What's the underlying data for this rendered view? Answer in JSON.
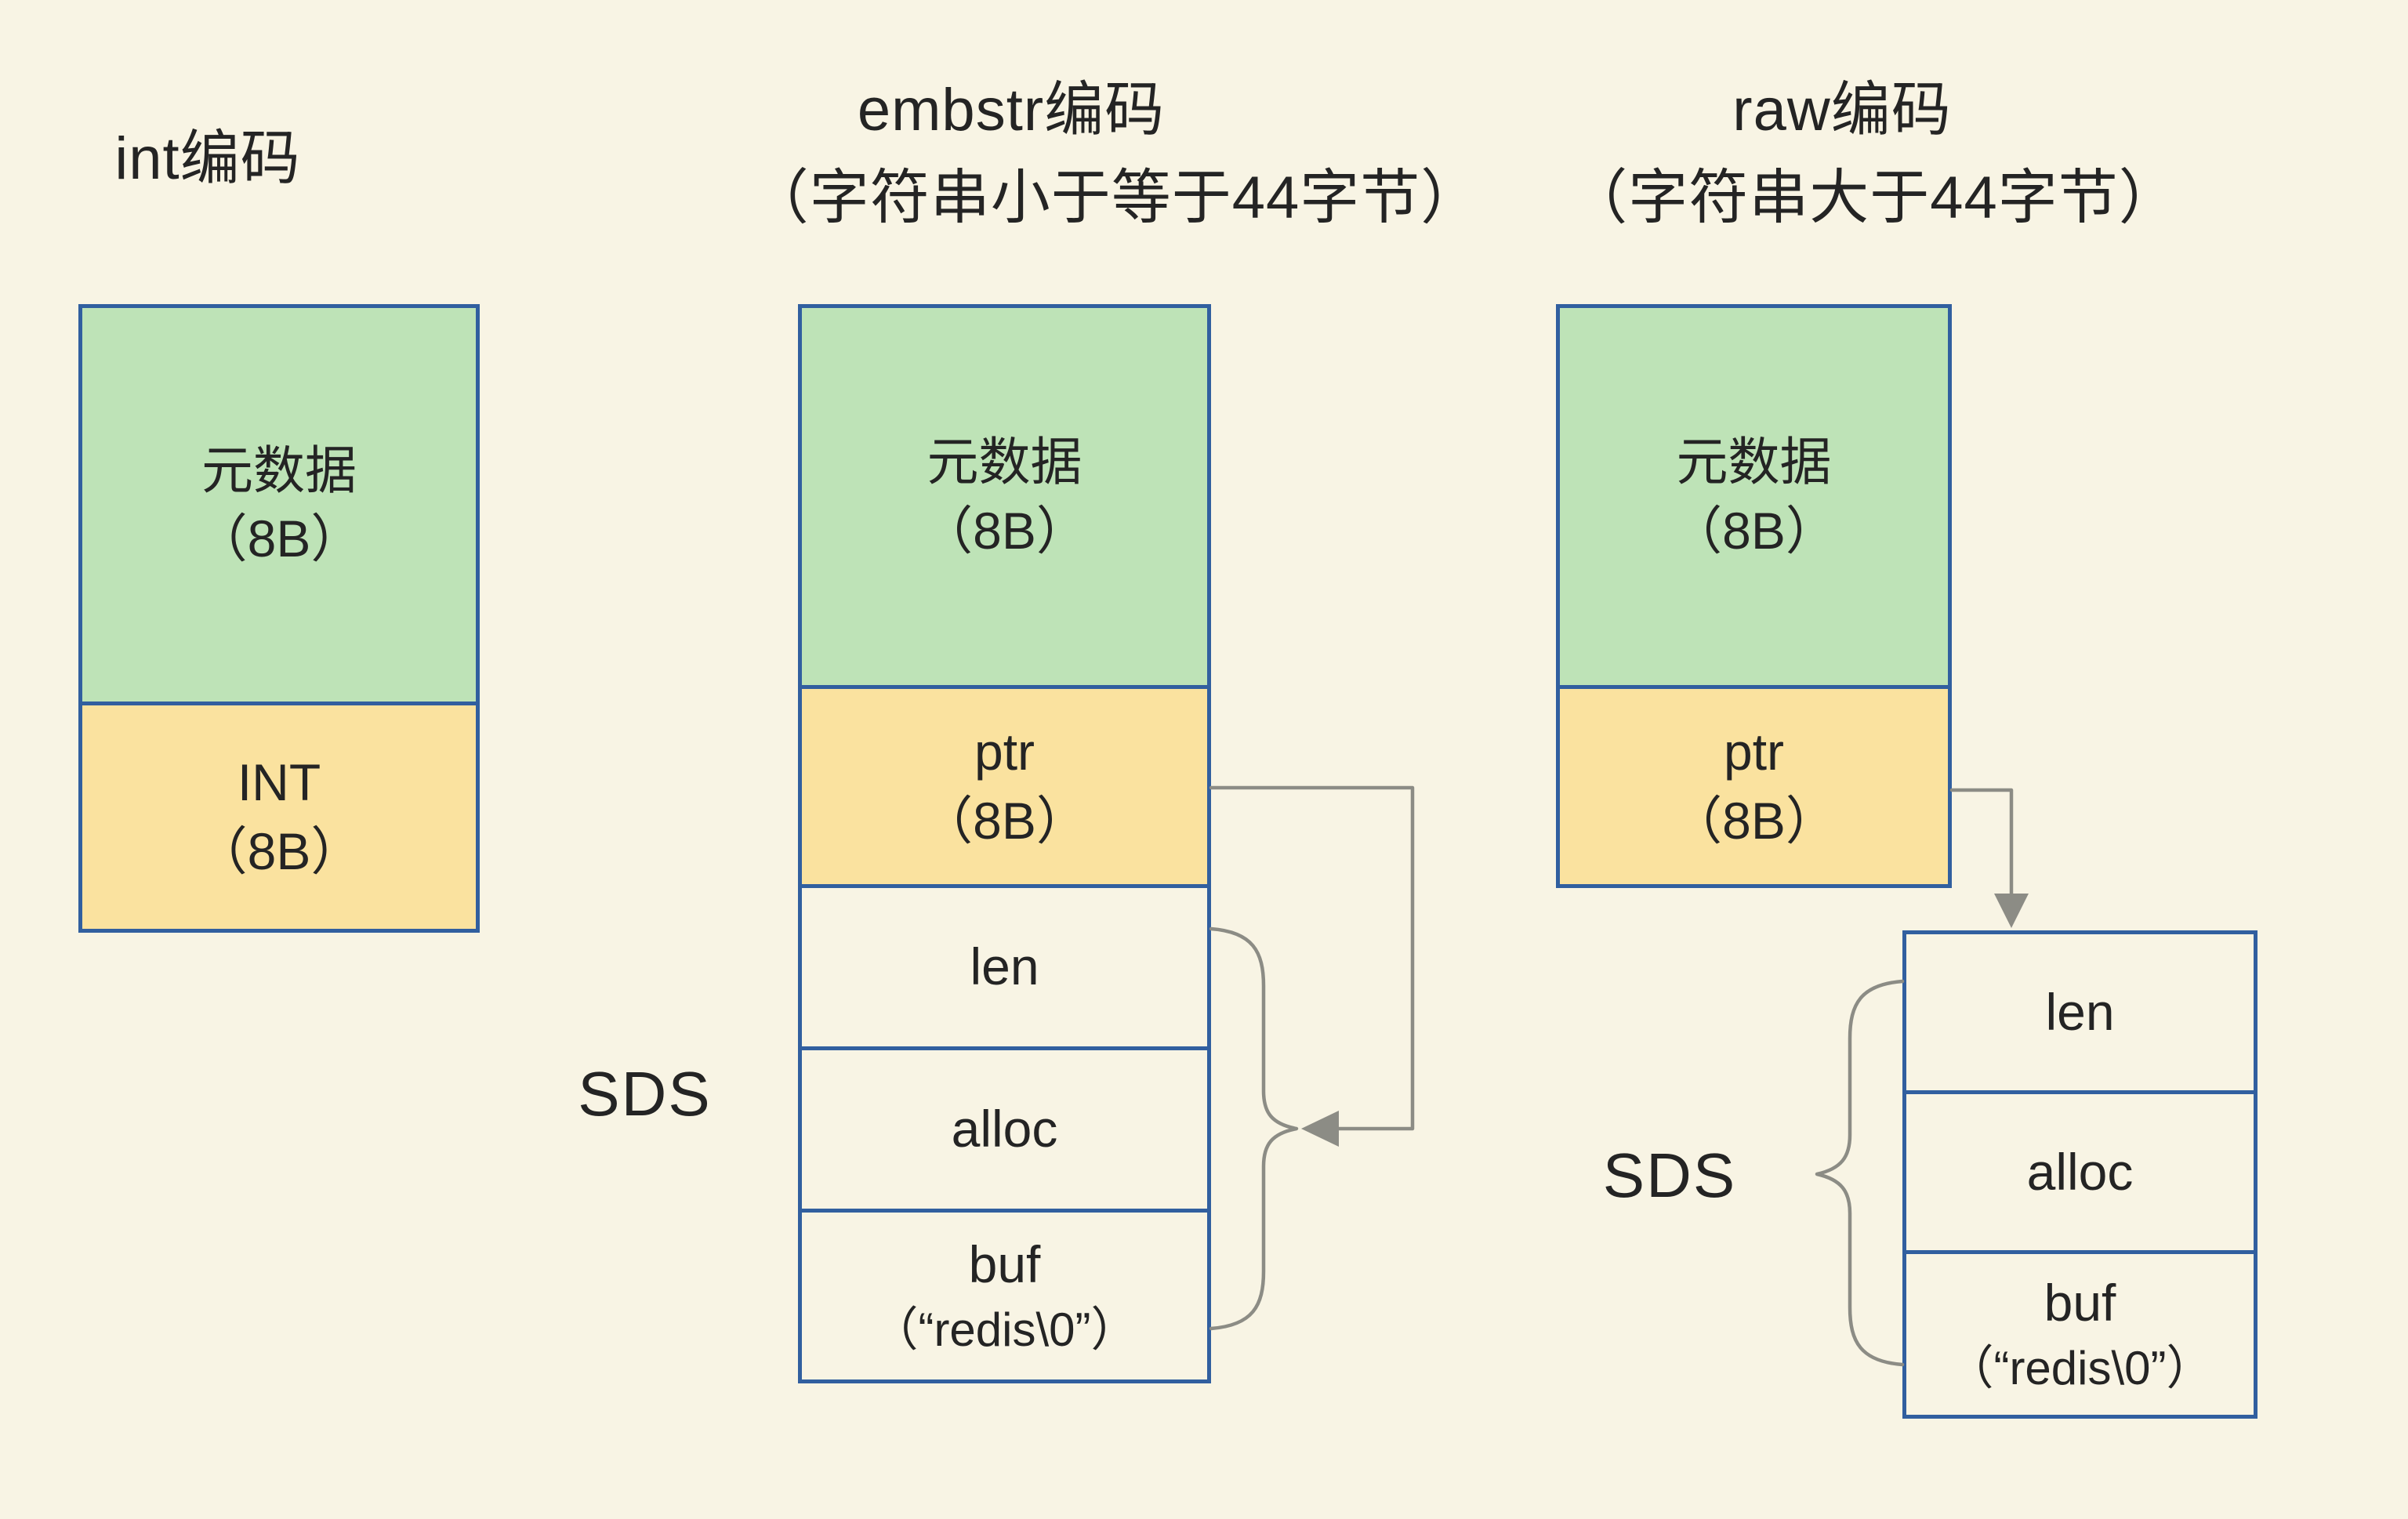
{
  "colors": {
    "background": "#f8f4e4",
    "box_border": "#315f9f",
    "green_fill": "#bee3b7",
    "yellow_fill": "#fae29f",
    "text": "#242424",
    "connector_gray": "#8c8c85"
  },
  "titles": {
    "int": "int编码",
    "embstr_line1": "embstr编码",
    "embstr_line2": "（字符串小于等于44字节）",
    "raw_line1": "raw编码",
    "raw_line2": "（字符串大于44字节）"
  },
  "diagrams": {
    "int": {
      "metadata_line1": "元数据",
      "metadata_line2": "（8B）",
      "slot_line1": "INT",
      "slot_line2": "（8B）"
    },
    "embstr": {
      "metadata_line1": "元数据",
      "metadata_line2": "（8B）",
      "slot_line1": "ptr",
      "slot_line2": "（8B）",
      "sds_label": "SDS",
      "len": "len",
      "alloc": "alloc",
      "buf_line1": "buf",
      "buf_line2": "（“redis\\0”）"
    },
    "raw": {
      "metadata_line1": "元数据",
      "metadata_line2": "（8B）",
      "slot_line1": "ptr",
      "slot_line2": "（8B）",
      "sds_label": "SDS",
      "len": "len",
      "alloc": "alloc",
      "buf_line1": "buf",
      "buf_line2": "（“redis\\0”）"
    }
  }
}
